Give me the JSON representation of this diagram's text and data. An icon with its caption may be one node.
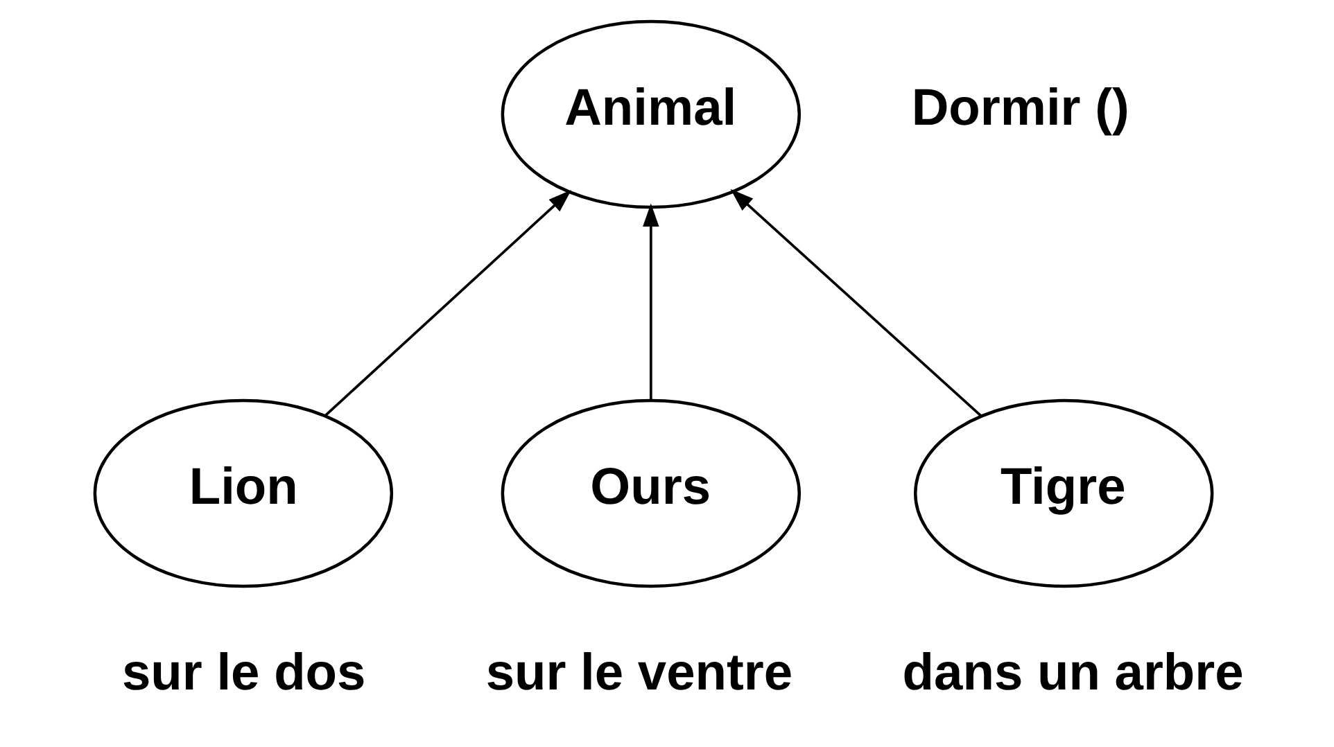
{
  "diagram": {
    "nodes": [
      {
        "text": [
          "Animal"
        ],
        "beside": [
          "Dormir ()"
        ]
      },
      {
        "text": [
          "Lion"
        ],
        "beside": [
          "sur le dos"
        ]
      },
      {
        "text": [
          "Ours"
        ],
        "beside": [
          "sur le ventre"
        ]
      },
      {
        "text": [
          "Tigre"
        ],
        "beside": [
          "dans un arbre"
        ]
      }
    ],
    "edges": [
      {
        "from": 1,
        "to": 0,
        "arrow": "to"
      },
      {
        "from": 2,
        "to": 0,
        "arrow": "to"
      },
      {
        "from": 3,
        "to": 0,
        "arrow": "to"
      }
    ]
  }
}
